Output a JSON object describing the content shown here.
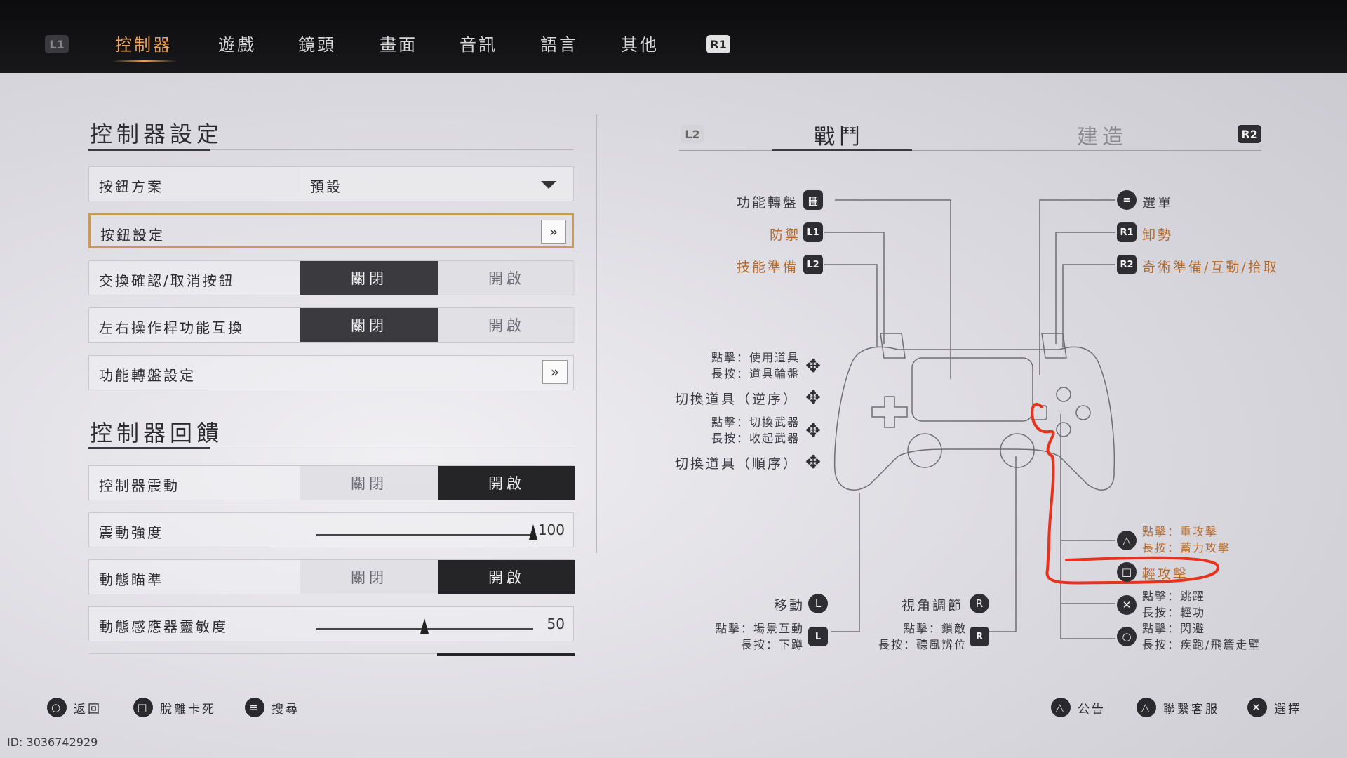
{
  "top_tabs": {
    "left_badge": "L1",
    "right_badge": "R1",
    "items": [
      "控制器",
      "遊戲",
      "鏡頭",
      "畫面",
      "音訊",
      "語言",
      "其他"
    ]
  },
  "settings": {
    "section1_title": "控制器設定",
    "button_scheme_label": "按鈕方案",
    "button_scheme_value": "預設",
    "button_settings_label": "按鈕設定",
    "swap_confirm_label": "交換確認/取消按鈕",
    "swap_sticks_label": "左右操作桿功能互換",
    "radial_settings_label": "功能轉盤設定",
    "off": "關閉",
    "on": "開啟",
    "arrow": "»",
    "section2_title": "控制器回饋",
    "vibration_label": "控制器震動",
    "vibration_strength_label": "震動強度",
    "vibration_strength_value": "100",
    "vibration_strength_level": 1.0,
    "motion_aim_label": "動態瞄準",
    "motion_sensitivity_label": "動態感應器靈敏度",
    "motion_sensitivity_value": "50",
    "motion_sensitivity_level": 0.5
  },
  "controller": {
    "left_badge": "L2",
    "right_badge": "R2",
    "tab_combat": "戰鬥",
    "tab_build": "建造",
    "labels": {
      "radial": "功能轉盤",
      "guard": "防禦",
      "skill_ready": "技能準備",
      "tap_use_item": "點擊：使用道具",
      "hold_item_wheel": "長按：道具輪盤",
      "switch_item_reverse": "切換道具（逆序）",
      "tap_switch_weapon": "點擊：切換武器",
      "hold_sheath": "長按：收起武器",
      "switch_item_forward": "切換道具（順序）",
      "move": "移動",
      "tap_interact": "點擊：場景互動",
      "hold_crouch": "長按：下蹲",
      "camera": "視角調節",
      "tap_lock": "點擊：鎖敵",
      "hold_listen": "長按：聽風辨位",
      "menu": "選單",
      "unsheathe": "卸勢",
      "mystic_ready": "奇術準備/互動/拾取",
      "tap_heavy": "點擊：重攻擊",
      "hold_charge": "長按：蓄力攻擊",
      "light_attack": "輕攻擊",
      "tap_jump": "點擊：跳躍",
      "hold_qinggong": "長按：輕功",
      "tap_dodge": "點擊：閃避",
      "hold_sprint": "長按：疾跑/飛簷走壁"
    },
    "icons": {
      "L1": "L1",
      "L2": "L2",
      "R1": "R1",
      "R2": "R2",
      "L": "L",
      "R": "R"
    }
  },
  "bottom_bar": {
    "back": "返回",
    "unstuck": "脫離卡死",
    "search": "搜尋",
    "notice": "公告",
    "contact": "聯繫客服",
    "select": "選擇"
  },
  "watermark": "ID: 3036742929",
  "colors": {
    "accent_orange": "#e6a561",
    "highlight_border": "#c59a5a",
    "annotation_red": "#e8321e"
  }
}
